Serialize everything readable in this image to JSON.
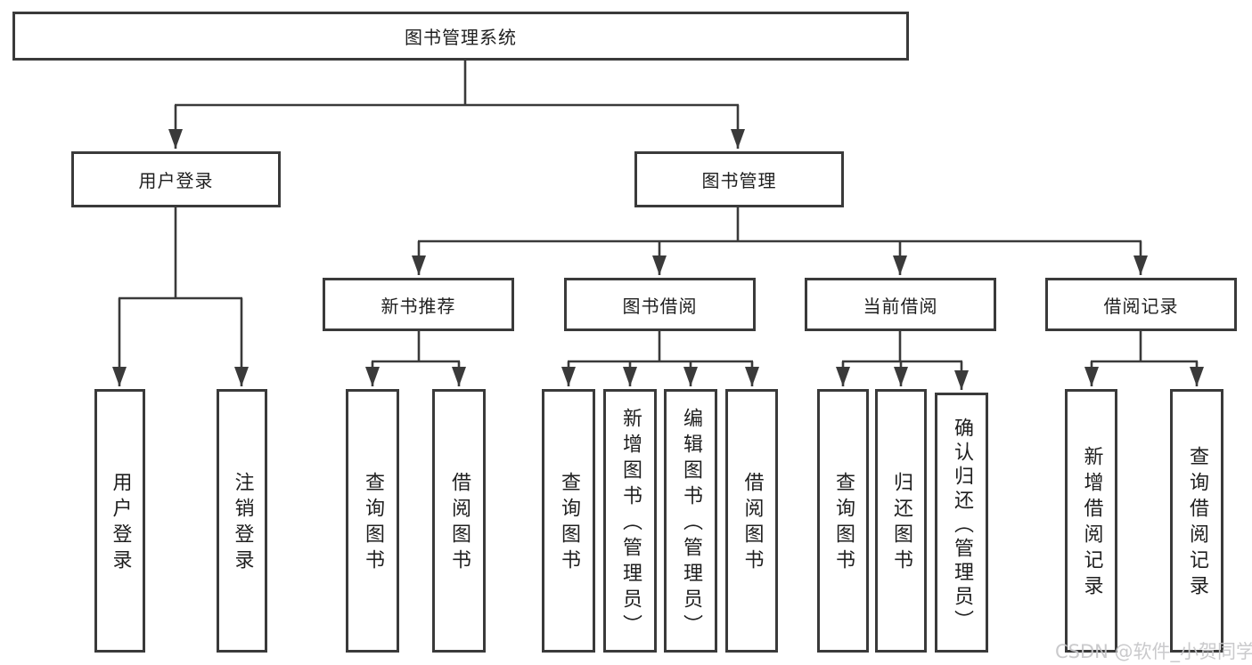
{
  "diagram_title": "图书管理系统",
  "nodes": {
    "root": {
      "label": "图书管理系统"
    },
    "user_login": {
      "label": "用户登录"
    },
    "book_mgmt": {
      "label": "图书管理"
    },
    "new_book_rec": {
      "label": "新书推荐"
    },
    "book_borrow": {
      "label": "图书借阅"
    },
    "cur_borrow": {
      "label": "当前借阅"
    },
    "borrow_rec": {
      "label": "借阅记录"
    },
    "leaf_user_login": {
      "label": "用户登录"
    },
    "leaf_logout": {
      "label": "注销登录"
    },
    "leaf_query_book_1": {
      "label": "查询图书"
    },
    "leaf_borrow_book_1": {
      "label": "借阅图书"
    },
    "leaf_query_book_2": {
      "label": "查询图书"
    },
    "leaf_add_book": {
      "label": "新增图书（管理员）"
    },
    "leaf_edit_book": {
      "label": "编辑图书（管理员）"
    },
    "leaf_borrow_book_2": {
      "label": "借阅图书"
    },
    "leaf_query_book_3": {
      "label": "查询图书"
    },
    "leaf_return_book": {
      "label": "归还图书"
    },
    "leaf_confirm_return": {
      "label": "确认归还（管理员）"
    },
    "leaf_add_record": {
      "label": "新增借阅记录"
    },
    "leaf_query_record": {
      "label": "查询借阅记录"
    }
  },
  "watermark": "CSDN @软件_小贺同学",
  "colors": {
    "line": "#3a3a3a",
    "box_border": "#3a3a3a",
    "text": "#1f1f1f",
    "watermark": "#c5c5c8"
  }
}
